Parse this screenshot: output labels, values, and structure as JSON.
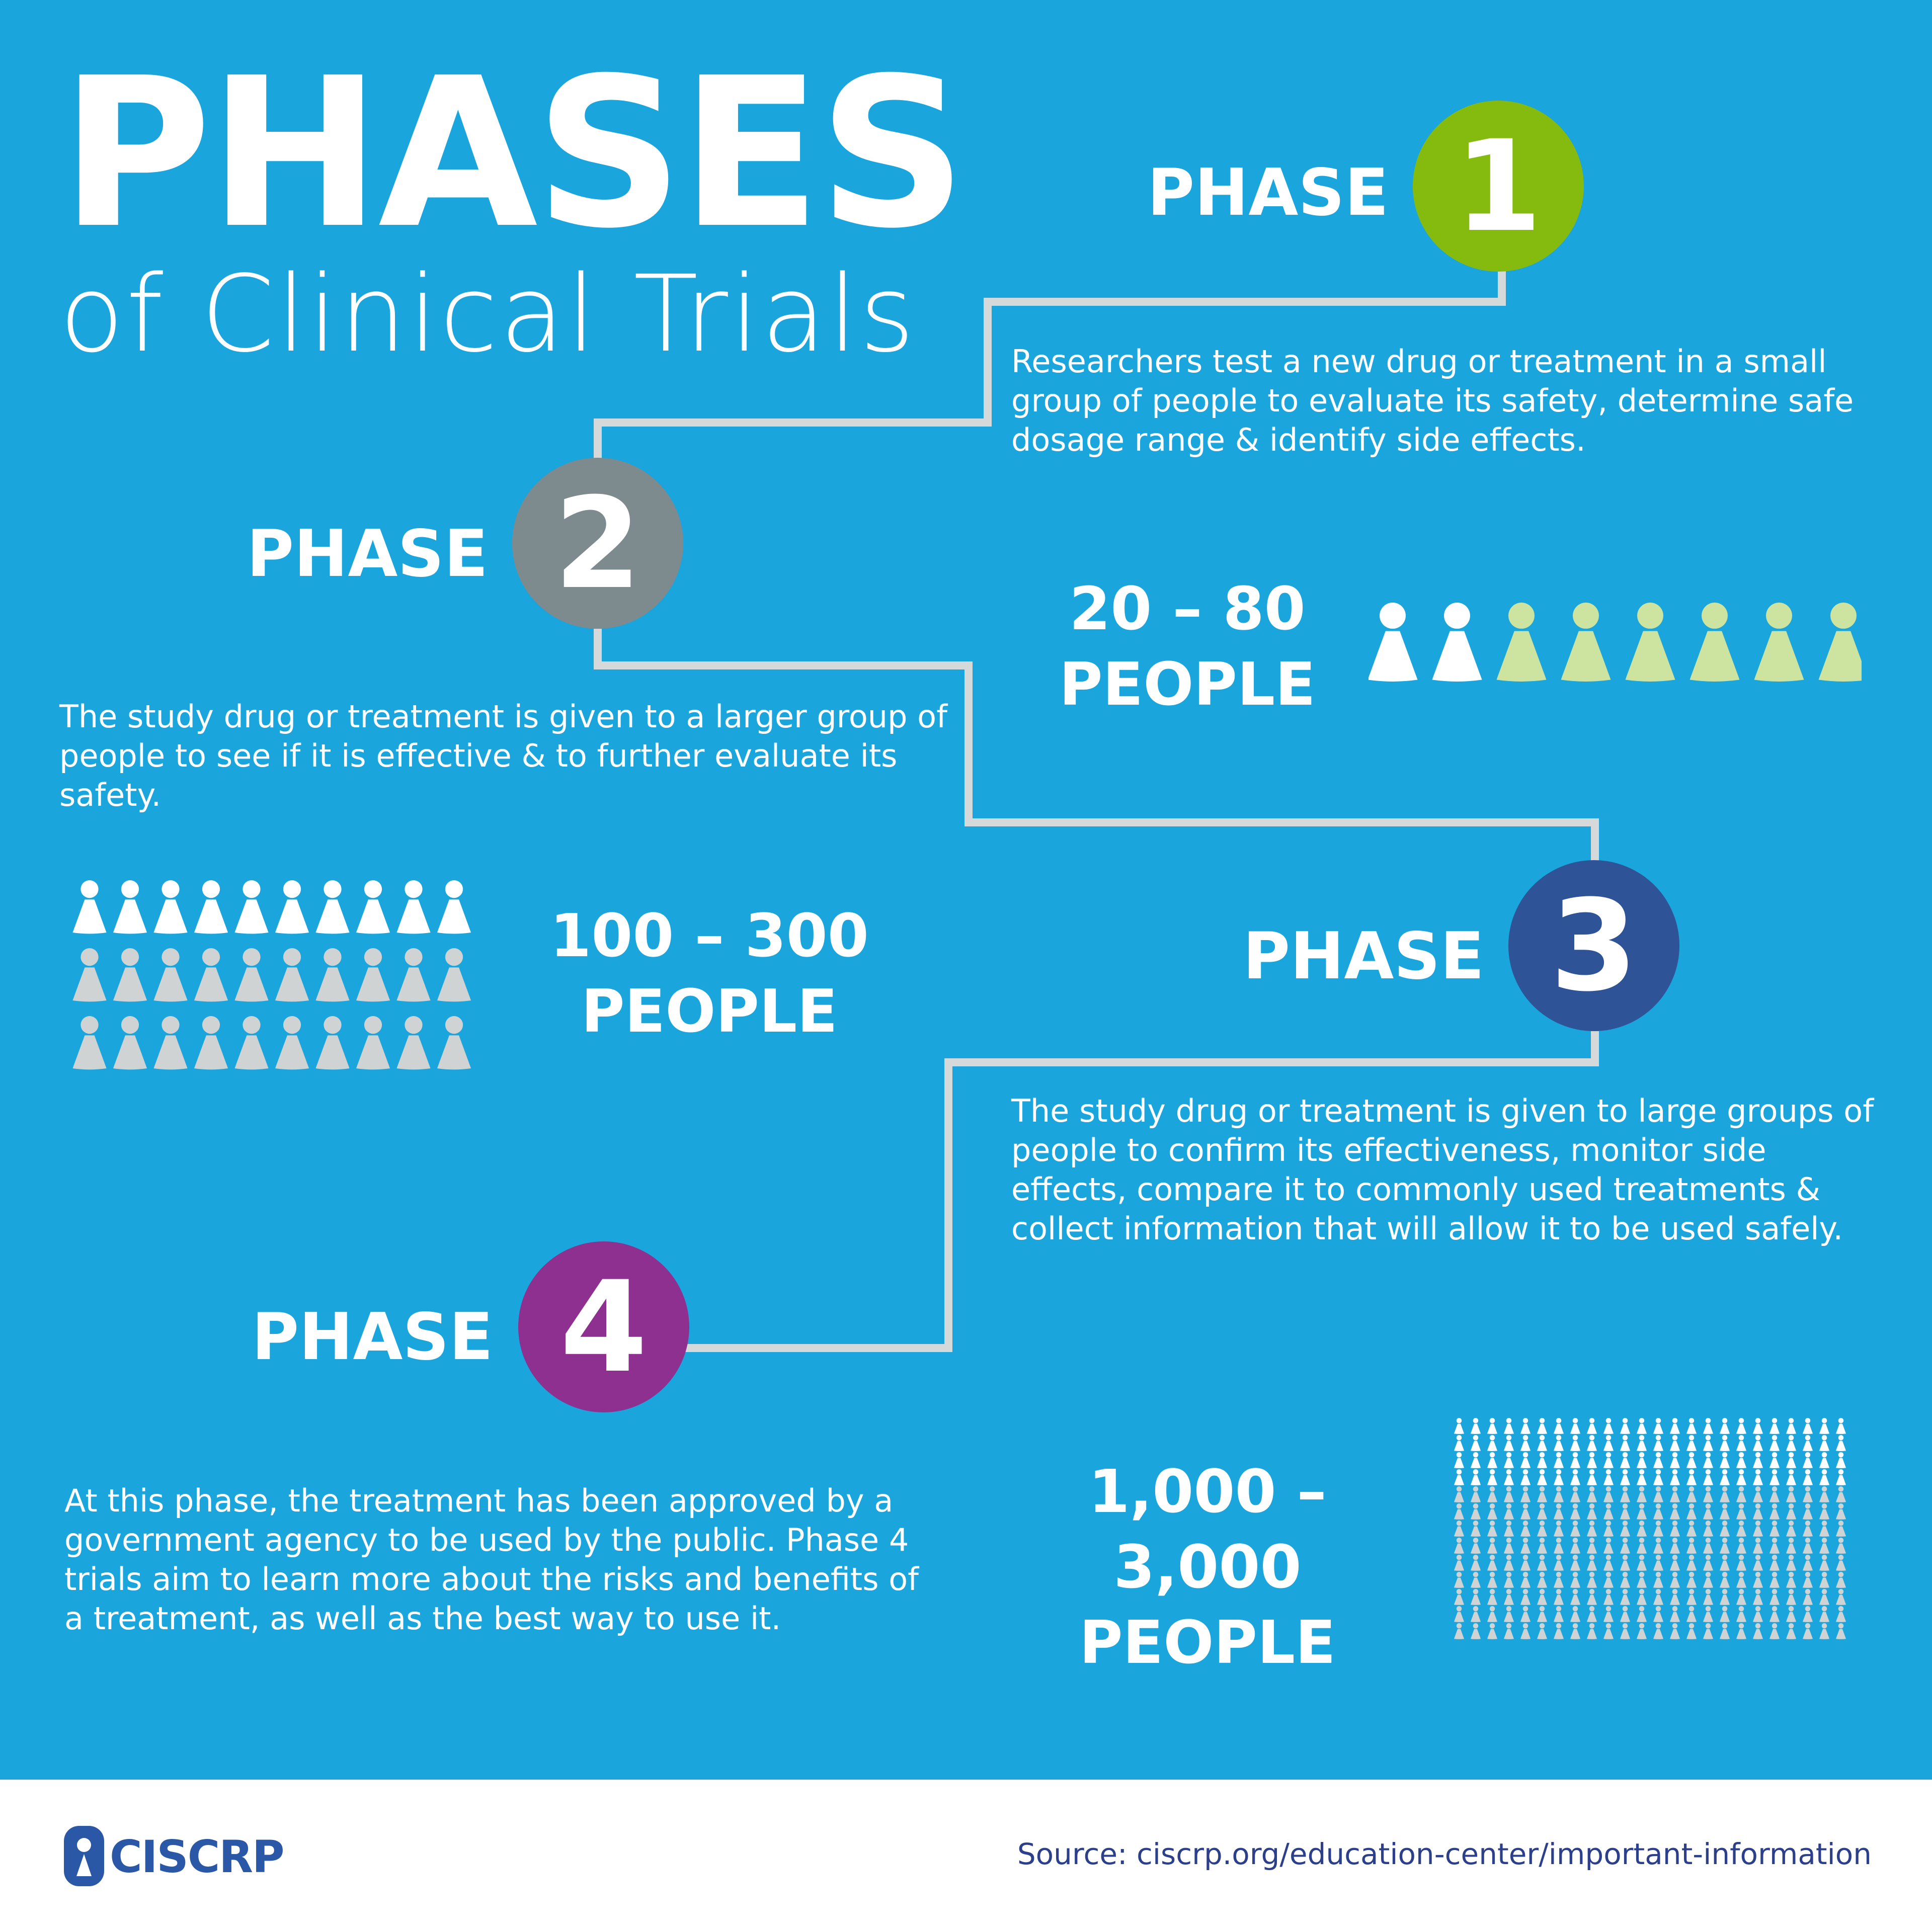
{
  "title": {
    "main": "PHASES",
    "sub": "of Clinical Trials"
  },
  "phases": [
    {
      "label": "PHASE",
      "number": "1",
      "color": "#85bb0e",
      "description": "Researchers test a new drug or treatment in a small group of people to evaluate its safety, determine safe dosage range & identify side effects.",
      "count_line1": "20 – 80",
      "count_line2": "PEOPLE"
    },
    {
      "label": "PHASE",
      "number": "2",
      "color": "#7d8a8e",
      "description": "The study drug or treatment is given to a larger group of people to see if it is effective & to further evaluate its safety.",
      "count_line1": "100 – 300",
      "count_line2": "PEOPLE"
    },
    {
      "label": "PHASE",
      "number": "3",
      "color": "#2e5396",
      "description": "The study drug or treatment is given to large groups of people to confirm its effectiveness, monitor side effects, compare it to commonly used treatments & collect information that will allow it to be used safely.",
      "count_line1": "1,000 – 3,000",
      "count_line2": "PEOPLE"
    },
    {
      "label": "PHASE",
      "number": "4",
      "color": "#8e3090",
      "description": "At this phase, the treatment has been approved by a government agency to be used by the public. Phase 4 trials aim to learn more about the risks and benefits of a treatment, as well as the best way to use it."
    }
  ],
  "footer": {
    "logo": "CISCRP",
    "source": "Source:  ciscrp.org/education-center/important-information"
  },
  "colors": {
    "background": "#1aa5dd",
    "connector": "#d6d9da",
    "person_white": "#ffffff",
    "person_green": "#cde3a0",
    "person_gray": "#cfd3d4"
  }
}
